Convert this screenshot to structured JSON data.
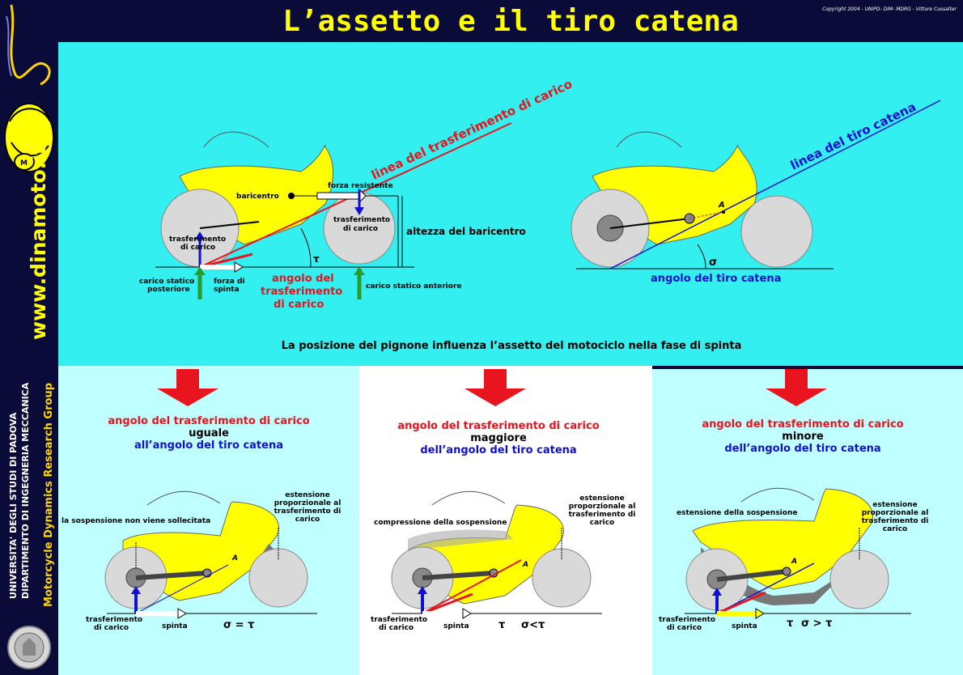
{
  "title": "L’assetto e il tiro catena",
  "copyright": "Copyright 2004 - UNIPD- DIM- MDRG - Vittore Cossalter",
  "sidebar": {
    "website": "www.dinamoto.it",
    "university_line1": "UNIVERSITA' DEGLI STUDI DI PADOVA",
    "university_line2": "DIPARTIMENTO DI INGEGNERIA MECCANICA",
    "group": "Motorcycle Dynamics Research Group"
  },
  "top_left": {
    "line_label": "linea del trasferimento di carico",
    "baricentro": "baricentro",
    "forza_resistente": "forza resistente",
    "trasf_front": [
      "trasferimento",
      "di carico"
    ],
    "trasf_rear": [
      "trasferimento",
      "di carico"
    ],
    "altezza": "altezza del baricentro",
    "tau": "τ",
    "carico_post": [
      "carico statico",
      "posteriore"
    ],
    "forza_spinta": [
      "forza di",
      "spinta"
    ],
    "angolo": [
      "angolo del",
      "trasferimento",
      "di carico"
    ],
    "carico_ant": "carico statico anteriore"
  },
  "top_right": {
    "line_label": "linea del tiro catena",
    "point_a": "A",
    "sigma": "σ",
    "angolo": "angolo del tiro catena"
  },
  "caption": "La posizione del pignone influenza l’assetto del motociclo nella fase di spinta",
  "cases": [
    {
      "line1": "angolo del trasferimento di carico",
      "line2": "uguale",
      "line3": "all’angolo del tiro catena",
      "note": "la sospensione non viene sollecitata",
      "ext": [
        "estensione",
        "proporzionale al",
        "trasferimento di",
        "carico"
      ],
      "trasf": [
        "trasferimento",
        "di carico"
      ],
      "spinta": "spinta",
      "relation": "σ = τ",
      "point_a": "A"
    },
    {
      "line1": "angolo del trasferimento di carico",
      "line2": "maggiore",
      "line3": "dell’angolo del tiro catena",
      "note": "compressione della sospensione",
      "ext": [
        "estensione",
        "proporzionale al",
        "trasferimento di",
        "carico"
      ],
      "trasf": [
        "trasferimento",
        "di carico"
      ],
      "spinta": "spinta",
      "tau": "τ",
      "relation": "σ<τ",
      "point_a": "A"
    },
    {
      "line1": "angolo del trasferimento di carico",
      "line2": "minore",
      "line3": "dell’angolo del tiro catena",
      "note": "estensione della sospensione",
      "ext": [
        "estensione",
        "proporzionale al",
        "trasferimento di",
        "carico"
      ],
      "trasf": [
        "trasferimento",
        "di carico"
      ],
      "spinta": "spinta",
      "tau": "τ",
      "relation": "σ > τ",
      "point_a": "A"
    }
  ],
  "colors": {
    "red": "#e8141e",
    "blue": "#1010d0",
    "yellow": "#ffff00",
    "cyan": "#33efef",
    "light_cyan": "#c0ffff",
    "navy": "#0b0b3a"
  }
}
